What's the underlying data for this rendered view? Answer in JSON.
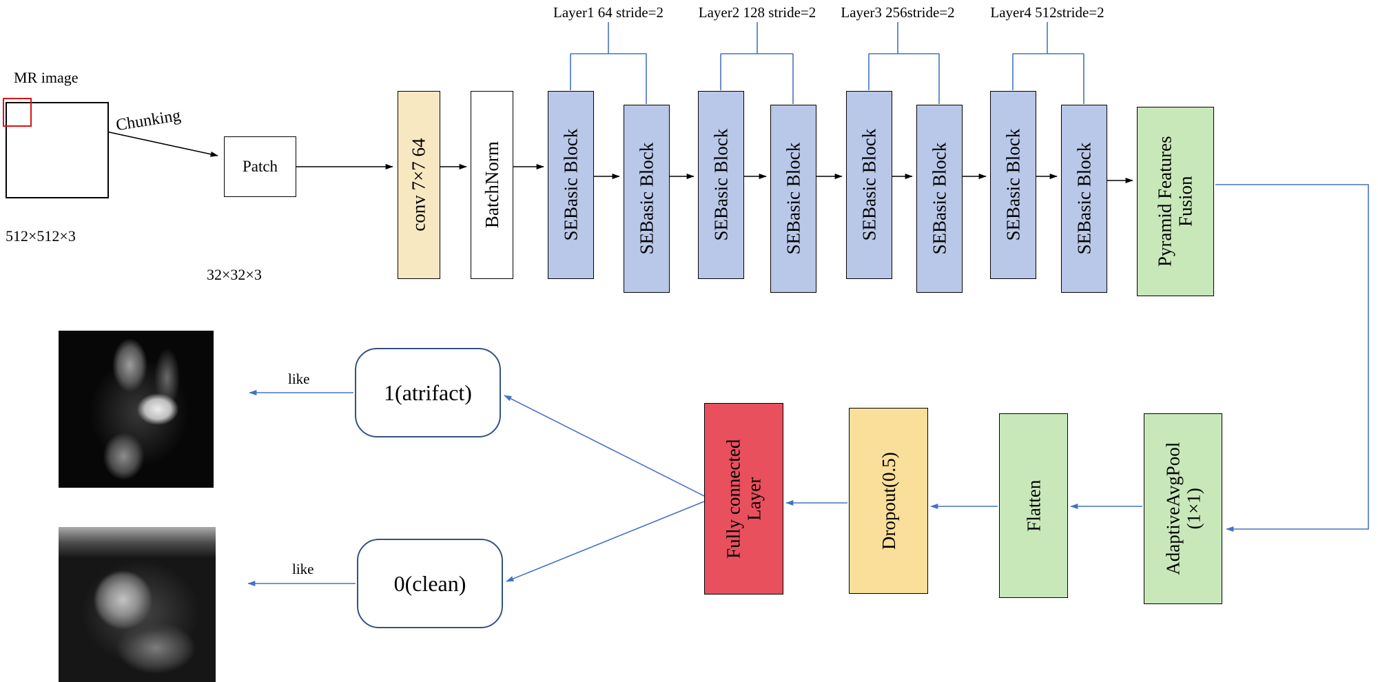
{
  "colors": {
    "conv_bg": "#f8e8c2",
    "se_block_bg": "#b9c7e8",
    "green_bg": "#c9e8ba",
    "dropout_bg": "#fadf9a",
    "fc_bg": "#e8505e",
    "connector_blue": "#4472c4",
    "connector_black": "#000000",
    "red_patch_marker": "#dd1111"
  },
  "input": {
    "title": "MR image",
    "size": "512×512×3",
    "chunking": "Chunking",
    "patch": "Patch",
    "patch_size": "32×32×3"
  },
  "layer_labels": [
    "Layer1 64 stride=2",
    "Layer2 128 stride=2",
    "Layer3 256stride=2",
    "Layer4 512stride=2"
  ],
  "backbone": {
    "conv": "conv 7×7 64",
    "batchnorm": "BatchNorm",
    "se_block": "SEBasic Block",
    "pyramid_lines": [
      "Pyramid Features",
      "Fusion"
    ]
  },
  "head": {
    "adaptive_pool_lines": [
      "AdaptiveAvgPool",
      "(1×1)"
    ],
    "flatten": "Flatten",
    "dropout": "Dropout(0.5)",
    "fc_lines": [
      "Fully connected",
      "Layer"
    ]
  },
  "outputs": {
    "artifact": "1(atrifact)",
    "clean": "0(clean)",
    "like": "like"
  }
}
